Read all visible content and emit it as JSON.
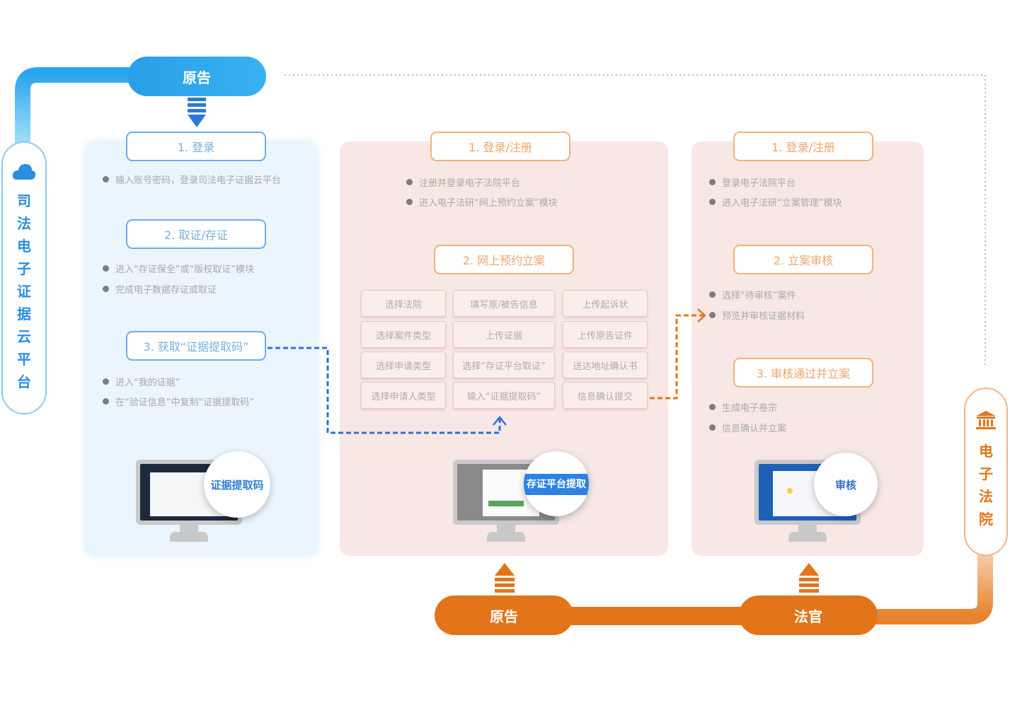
{
  "colors": {
    "blue": "#29a3f0",
    "blue_light": "#8fd3f3",
    "orange": "#e4741a",
    "orange_light": "#f5c8a2",
    "dashed_blue": "#2d72d9",
    "dashed_orange": "#e0761e"
  },
  "top": {
    "plaintiff_label": "原告"
  },
  "left_bar": {
    "icon": "cloud-icon",
    "chars": [
      "司",
      "法",
      "电",
      "子",
      "证",
      "据",
      "云",
      "平",
      "台"
    ]
  },
  "right_bar": {
    "icon": "courthouse-icon",
    "chars": [
      "电",
      "子",
      "法",
      "院"
    ]
  },
  "bottom": {
    "plaintiff_label": "原告",
    "judge_label": "法官"
  },
  "panel1": {
    "steps": [
      {
        "title": "1. 登录",
        "bullets": [
          "输入账号密码，登录司法电子证据云平台"
        ]
      },
      {
        "title": "2. 取证/存证",
        "bullets": [
          "进入“存证保全”或“版权取证”模块",
          "完成电子数据存证或取证"
        ]
      },
      {
        "title": "3. 获取“证据提取码”",
        "bullets": [
          "进入“我的证据”",
          "在“验证信息”中复制“证据提取码”"
        ]
      }
    ],
    "magnifier": "证据提取码"
  },
  "panel2": {
    "step1": {
      "title": "1. 登录/注册",
      "bullets": [
        "注册并登录电子法院平台",
        "进入电子法研“网上预约立案”模块"
      ]
    },
    "step2": {
      "title": "2. 网上预约立案"
    },
    "grid": [
      [
        "选择法院",
        "填写原/被告信息",
        "上传起诉状"
      ],
      [
        "选择案件类型",
        "上传证据",
        "上传原告证件"
      ],
      [
        "选择申请类型",
        "选择“存证平台取证”",
        "送达地址确认书"
      ],
      [
        "选择申请人类型",
        "输入“证据提取码”",
        "信息确认提交"
      ]
    ],
    "magnifier": "存证平台提取"
  },
  "panel3": {
    "steps": [
      {
        "title": "1. 登录/注册",
        "bullets": [
          "登录电子法院平台",
          "进入电子法研“立案管理”模块"
        ]
      },
      {
        "title": "2. 立案审核",
        "bullets": [
          "选择“待审核”案件",
          "预览并审核证据材料"
        ]
      },
      {
        "title": "3. 审核通过并立案",
        "bullets": [
          "生成电子卷宗",
          "信息确认并立案"
        ]
      }
    ],
    "magnifier": "审核"
  }
}
